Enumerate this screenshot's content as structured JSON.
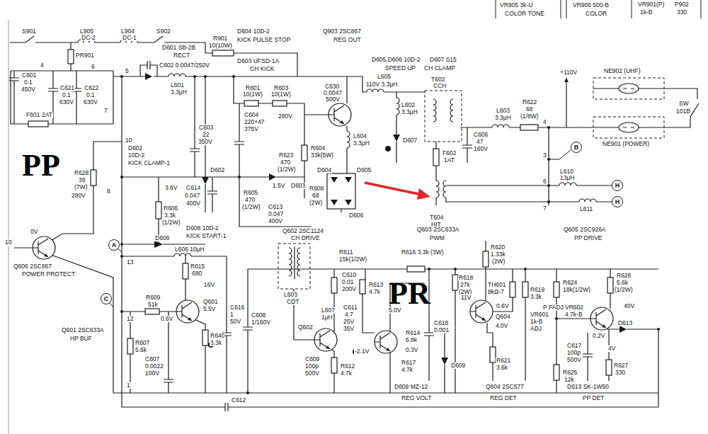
{
  "diagram": {
    "nodes": [
      {
        "text": [
          "A"
        ]
      },
      {
        "text": [
          "C"
        ]
      },
      {
        "text": [
          "B"
        ]
      },
      {
        "text": [
          "H"
        ]
      },
      {
        "text": [
          "H"
        ]
      }
    ],
    "labels": [
      "VR905 3k-U",
      "COLOR TONE",
      "VR906 500-B",
      "COLOR",
      "VR901(P)",
      "P902",
      "1k-B",
      "330",
      "S901",
      "L905",
      "DC-2",
      "L904",
      "DC-1",
      "S902",
      "R901",
      "10(10W)",
      "D604 10D-2",
      "KICK PULSE STOP",
      "Q903 2SC867",
      "REG OUT",
      "D601 SB-2B",
      "RECT",
      "D603 UFSD-1A",
      "CH KICK",
      "D605,D606 10D-2",
      "SPEED UP",
      "D607 S15",
      "CH CLAMP",
      "+110V",
      "C602 0.0047/250V",
      "C601",
      "0.1",
      "450V",
      "C621",
      "0.1",
      "630V",
      "C622",
      "0.1",
      "630V",
      "F601",
      "2AT",
      "L601",
      "3.3μH",
      "R601",
      "10(1W)",
      "R603",
      "10(1W)",
      "C630",
      "0.0047",
      "500V",
      "L605",
      "110V 3.3μH",
      "T602",
      "CCH",
      "L603",
      "3.3μH",
      "R622",
      "68",
      "(1/8W)",
      "NE902 (UHF)",
      "SW",
      "101B",
      "C603",
      "22",
      "350V",
      "C604",
      "220+47",
      "375V",
      "280V",
      "L602",
      "3.3μH",
      "C606",
      "47",
      "160V",
      "NE901 (POWER)",
      "10",
      "D602",
      "10D-2",
      "KICK CLAMP-1",
      "R604",
      "33k(5W)",
      "L604",
      "3.3μH",
      "D607",
      "F602",
      "1AT",
      "R623",
      "470",
      "(1/2W)",
      "D602",
      "D604",
      "D605",
      "R608",
      "68",
      "(2W)",
      "R605",
      "470",
      "(1/2W)",
      "1.5V",
      "D603",
      "C613",
      "0.047",
      "400V",
      "3.6V",
      "C614",
      "0.047",
      "400V",
      "D606",
      "T604",
      "HIT",
      "L610",
      "13μH",
      "L611",
      "4",
      "3",
      "6",
      "7",
      "R628",
      "39",
      "(7W)",
      "280V",
      "8",
      "R606",
      "3.3k",
      "(1/2W)",
      "D608 10D-2",
      "KICK START-1",
      "Q602 2SC1124",
      "CH DRIVE",
      "Q603 2SC633A",
      "PWM",
      "Q605 2SC926A",
      "PP DRIVE",
      "0V",
      "Q606 2SC867",
      "POWER PROTECT",
      "D608",
      "L606 10μH",
      "13",
      "R615",
      "680",
      "16V",
      "R611",
      "15k(1/2W)",
      "C610",
      "0.01",
      "200V",
      "R613",
      "4.7k",
      "R616 3.3k (3W)",
      "R618",
      "27k",
      "(2W)",
      "R620",
      "1.33k",
      "(2W)",
      "R619",
      "3.3k",
      "TH601",
      "8kΩ-7",
      "0.6V",
      "11V",
      "Q604",
      "4.0V",
      "VR601",
      "1k-B",
      "ADJ",
      "R624",
      "18k(1/2W)",
      "R626",
      "5.6k",
      "(1/2W)",
      "40V",
      "P PADJ",
      "VR602",
      "4.7k-B",
      "0.2V",
      "D613",
      "4V",
      "C617",
      "100p",
      "500V",
      "R625",
      "12k",
      "R627",
      "330",
      "R609",
      "51k",
      "Q601",
      "5.5V",
      "C616",
      "1",
      "50V",
      "0.6V",
      "12",
      "Q601 2SC633A",
      "HP BUF",
      "R607",
      "5.6k",
      "C607",
      "0.0022",
      "100V",
      "R640",
      "3.3k",
      "C608",
      "1/160V",
      "L603",
      "CDT",
      "L607",
      "1μH",
      "C611",
      "4.7",
      "25V",
      "35V",
      "5.0V",
      "Q602",
      "-2.1V",
      "C609",
      "100p",
      "500V",
      "R612",
      "4.7k",
      "R614",
      "6.8k",
      "0.3V",
      "R617",
      "4.7k",
      "C618",
      "0.001",
      "D609",
      "R621",
      "3.6k",
      "D609 MZ-12",
      "REG VOLT",
      "Q604 2SC577",
      "REG DET",
      "D613 SK-1W50",
      "PP DET",
      "C612",
      "1",
      "PP",
      "PR",
      "5",
      "4",
      "6",
      "7",
      "10",
      "PR901"
    ]
  }
}
